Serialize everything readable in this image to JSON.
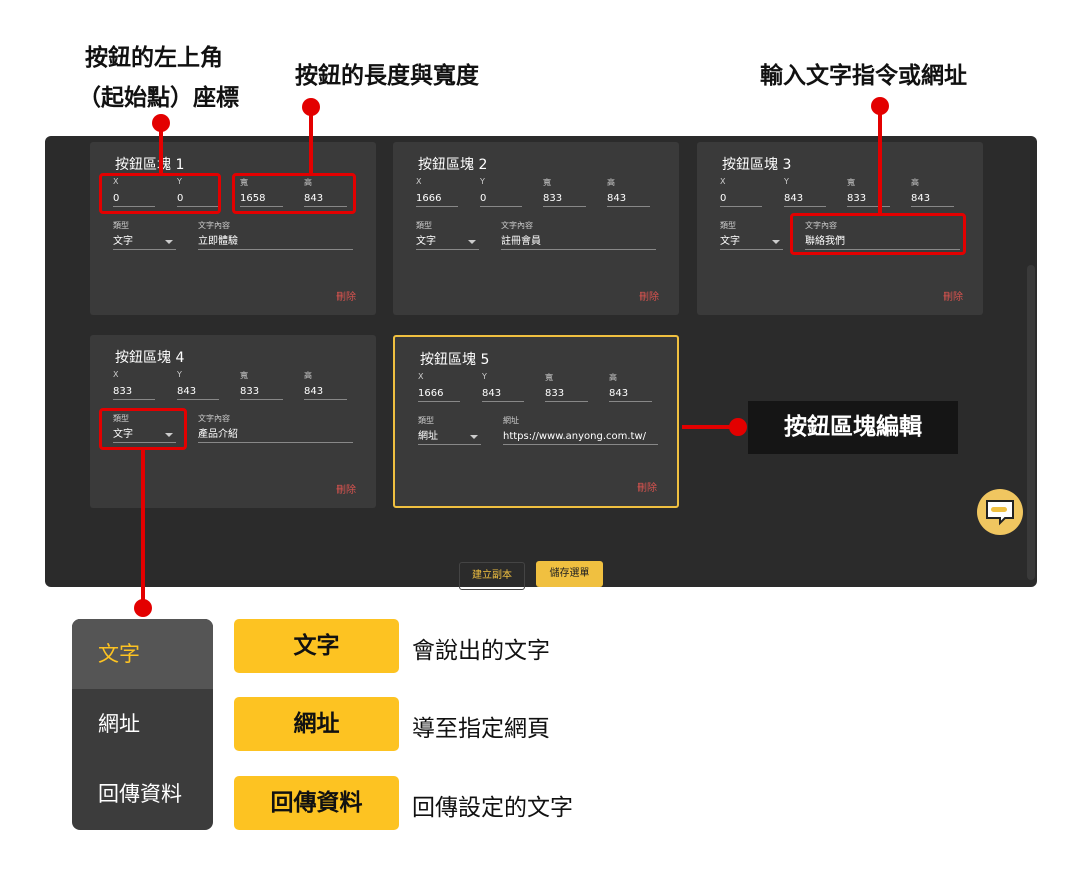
{
  "annotations": {
    "origin_line1": "按鈕的左上角",
    "origin_line2": "（起始點）座標",
    "size": "按鈕的長度與寬度",
    "content": "輸入文字指令或網址",
    "edit": "按鈕區塊編輯"
  },
  "field_labels": {
    "x": "X",
    "y": "Y",
    "w": "寬",
    "h": "高",
    "type": "類型"
  },
  "cards": [
    {
      "title": "按鈕區塊 1",
      "x": "0",
      "y": "0",
      "w": "1658",
      "h": "843",
      "type": "文字",
      "content_label": "文字內容",
      "content": "立即體驗",
      "delete": "刪除"
    },
    {
      "title": "按鈕區塊 2",
      "x": "1666",
      "y": "0",
      "w": "833",
      "h": "843",
      "type": "文字",
      "content_label": "文字內容",
      "content": "註冊會員",
      "delete": "刪除"
    },
    {
      "title": "按鈕區塊 3",
      "x": "0",
      "y": "843",
      "w": "833",
      "h": "843",
      "type": "文字",
      "content_label": "文字內容",
      "content": "聯絡我們",
      "delete": "刪除"
    },
    {
      "title": "按鈕區塊 4",
      "x": "833",
      "y": "843",
      "w": "833",
      "h": "843",
      "type": "文字",
      "content_label": "文字內容",
      "content": "產品介紹",
      "delete": "刪除"
    },
    {
      "title": "按鈕區塊 5",
      "x": "1666",
      "y": "843",
      "w": "833",
      "h": "843",
      "type": "網址",
      "content_label": "網址",
      "content": "https://www.anyong.com.tw/",
      "delete": "刪除"
    }
  ],
  "actions": {
    "duplicate": "建立副本",
    "save": "儲存選單"
  },
  "type_menu": [
    "文字",
    "網址",
    "回傳資料"
  ],
  "legend": [
    {
      "label": "文字",
      "desc": "會說出的文字"
    },
    {
      "label": "網址",
      "desc": "導至指定網頁"
    },
    {
      "label": "回傳資料",
      "desc": "回傳設定的文字"
    }
  ],
  "colors": {
    "accent": "#fdc322",
    "annotation": "#e30000",
    "delete": "#d9534f"
  }
}
